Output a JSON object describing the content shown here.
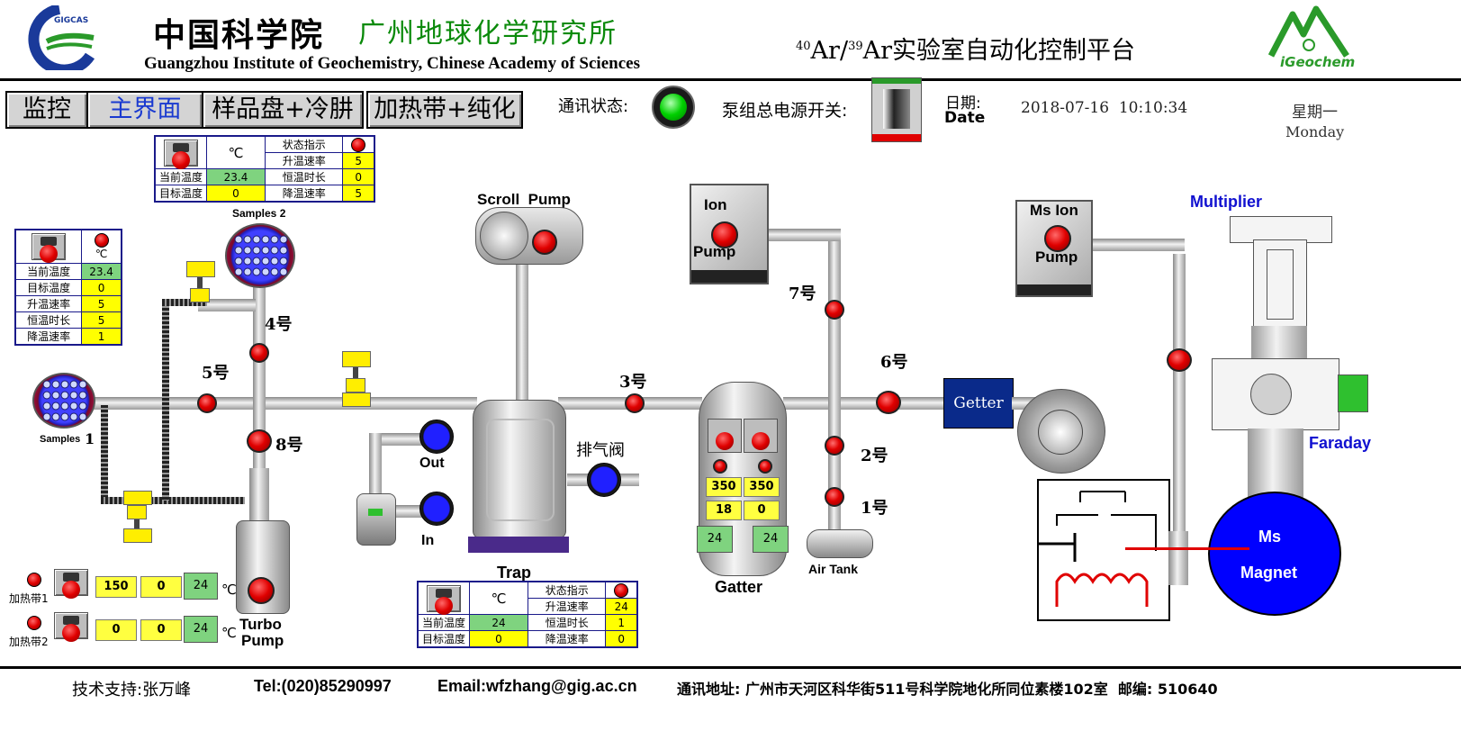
{
  "header": {
    "gigcas_logo_text": "GIGCAS",
    "cas_cn": "中国科学院",
    "gig_cn": "广州地球化学研究所",
    "gig_en": "Guangzhou Institute of Geochemistry, Chinese Academy of Sciences",
    "platform_sup1": "40",
    "platform_ar1": "Ar/",
    "platform_sup2": "39",
    "platform_ar2": "Ar实验室自动化控制平台",
    "igeochem_logo_text": "iGeochem"
  },
  "nav": {
    "items": [
      {
        "label": "监控"
      },
      {
        "label": "主界面"
      },
      {
        "label": "样品盘+冷肼"
      },
      {
        "label": "加热带+纯化"
      }
    ],
    "active": "主界面"
  },
  "status": {
    "comm_label": "通讯状态:",
    "pump_power_label": "泵组总电源开关:",
    "date_cn": "日期:",
    "date_en": "Date",
    "datetime": "2018-07-16  10:10:34",
    "weekday_cn": "星期一",
    "weekday_en": "Monday",
    "colors": {
      "comm_ok": "#00d000",
      "nav_active": "#1a3ad0"
    }
  },
  "tables": {
    "samples2_ctrl": {
      "unit": "℃",
      "status_label": "状态指示",
      "rows": [
        {
          "l1": "",
          "v1": "",
          "l2": "升温速率",
          "v2": "5"
        },
        {
          "l1": "当前温度",
          "v1": "23.4",
          "l2": "恒温时长",
          "v2": "0"
        },
        {
          "l1": "目标温度",
          "v1": "0",
          "l2": "降温速率",
          "v2": "5"
        }
      ]
    },
    "samples1_ctrl": {
      "unit": "℃",
      "rows": [
        {
          "label": "当前温度",
          "value": "23.4"
        },
        {
          "label": "目标温度",
          "value": "0"
        },
        {
          "label": "升温速率",
          "value": "5"
        },
        {
          "label": "恒温时长",
          "value": "5"
        },
        {
          "label": "降温速率",
          "value": "1"
        }
      ]
    },
    "trap_ctrl": {
      "unit": "℃",
      "status_label": "状态指示",
      "rows": [
        {
          "l1": "",
          "v1": "",
          "l2": "升温速率",
          "v2": "24"
        },
        {
          "l1": "当前温度",
          "v1": "24",
          "l2": "恒温时长",
          "v2": "1"
        },
        {
          "l1": "目标温度",
          "v1": "0",
          "l2": "降温速率",
          "v2": "0"
        }
      ]
    }
  },
  "heaters": [
    {
      "label": "加热带1",
      "v1": "150",
      "v2": "0",
      "v3": "24",
      "unit": "℃"
    },
    {
      "label": "加热带2",
      "v1": "0",
      "v2": "0",
      "v3": "24",
      "unit": "℃"
    }
  ],
  "diagram": {
    "samples2": "Samples 2",
    "samples1": "Samples",
    "samples1_num": "1",
    "scroll_pump": "Scroll  Pump",
    "ion_pump_1": "Ion",
    "ion_pump_2": "Pump",
    "ms_ion_pump_1": "Ms Ion",
    "ms_ion_pump_2": "Pump",
    "multiplier": "Multiplier",
    "faraday": "Faraday",
    "getter": "Getter",
    "out": "Out",
    "in": "In",
    "exhaust": "排气阀",
    "trap": "Trap",
    "gatter": "Gatter",
    "air_tank": "Air Tank",
    "turbo_1": "Turbo",
    "turbo_2": "Pump",
    "ms_1": "Ms",
    "ms_2": "Magnet",
    "v1": "1号",
    "v2": "2号",
    "v3": "3号",
    "v4": "4号",
    "v5": "5号",
    "v6": "6号",
    "v7": "7号",
    "v8": "8号",
    "gatter_values": {
      "t1": "350",
      "t2": "350",
      "r1": "18",
      "r2": "0",
      "g1": "24",
      "g2": "24"
    },
    "colors": {
      "multiplier_text": "#1010d0",
      "faraday_text": "#1010d0",
      "magnet": "#0000ff",
      "getter_bg": "#0a2a8a"
    }
  },
  "footer": {
    "support": "技术支持:张万峰",
    "tel": "Tel:(020)85290997",
    "email": "Email:wfzhang@gig.ac.cn",
    "address": "通讯地址: 广州市天河区科华街511号科学院地化所同位素楼102室  邮编: 510640"
  }
}
